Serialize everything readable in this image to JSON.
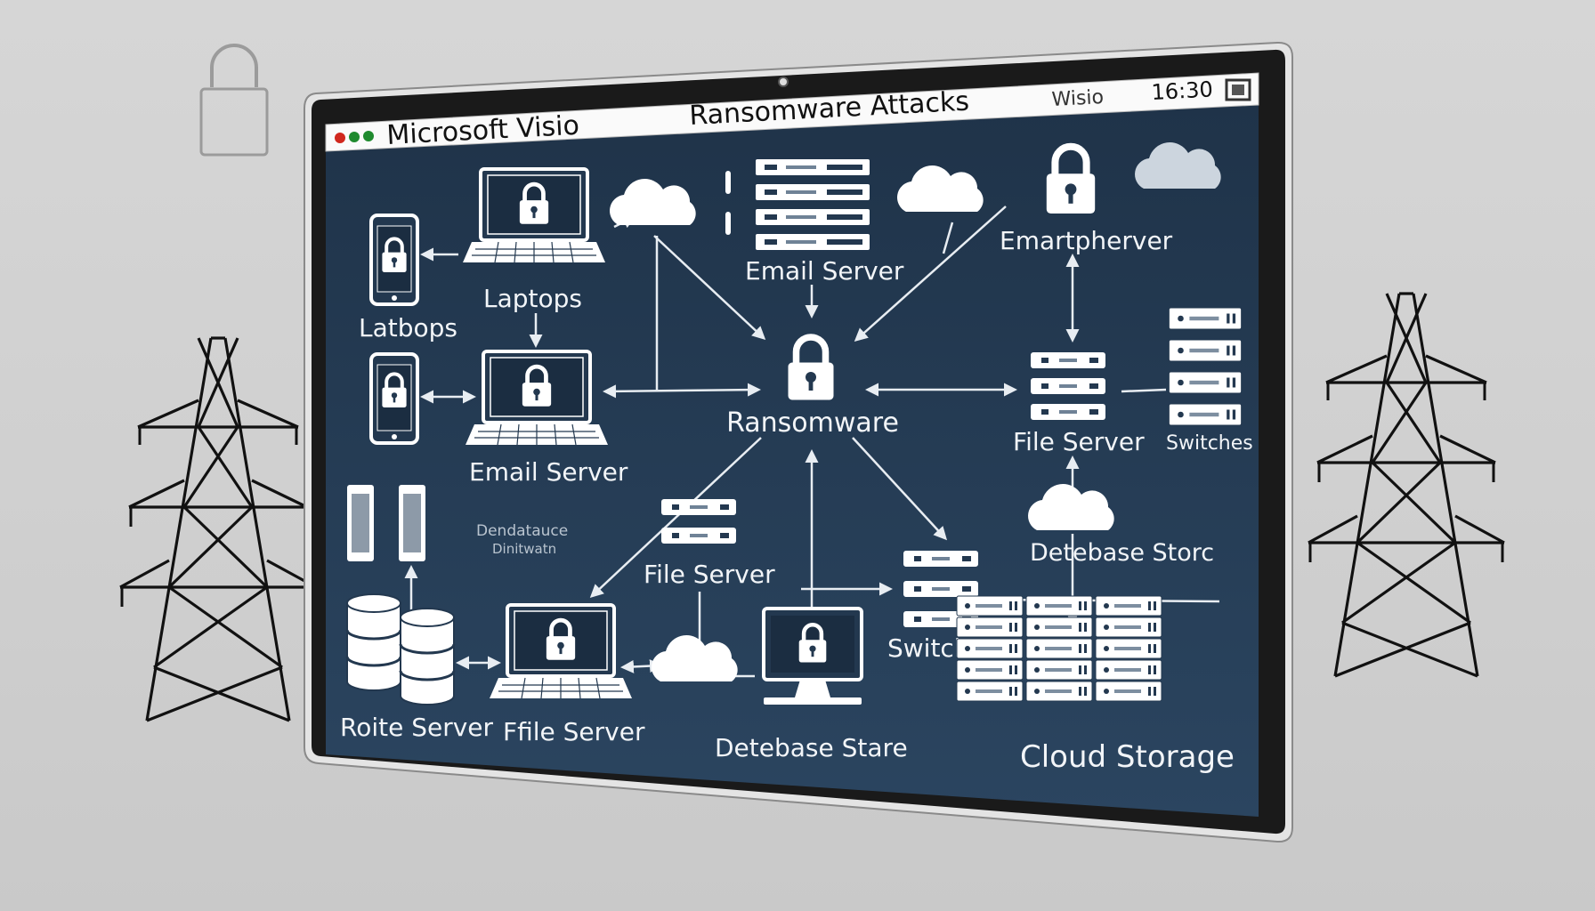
{
  "window": {
    "app_title": "Microsoft Visio",
    "doc_title": "Ransomware Attacks",
    "app_short": "Wisio",
    "clock": "16:30",
    "traffic_lights": [
      "#d0271d",
      "#1f8a2e",
      "#1f8a2e"
    ]
  },
  "colors": {
    "canvas": "#23384f",
    "line": "#e8edf2",
    "device": "#ffffff",
    "background": "#d3d3d3"
  },
  "diagram": {
    "center_label": "Ransomware",
    "labels": {
      "latbops": "Latbops",
      "laptops": "Laptops",
      "email_server_top": "Email Server",
      "smartphone_server": "Emartpherver",
      "email_server_mid": "Email Server",
      "file_server_right": "File Server",
      "switches_right": "Switches",
      "database_small": "Dendatauce",
      "database_small_2": "Dinitwatn",
      "file_server_center": "File Server",
      "database_storage_right": "Detebase Storc",
      "switches_center": "Switches",
      "route_server": "Roite Server",
      "ffile_server": "Ffile Server",
      "database_stare": "Detebase Stare",
      "cloud_storage": "Cloud Storage"
    }
  },
  "icons": [
    "lock-icon",
    "laptop-icon",
    "phone-icon",
    "cloud-icon",
    "server-icon",
    "database-icon",
    "power-tower-icon",
    "window-control-icon"
  ]
}
